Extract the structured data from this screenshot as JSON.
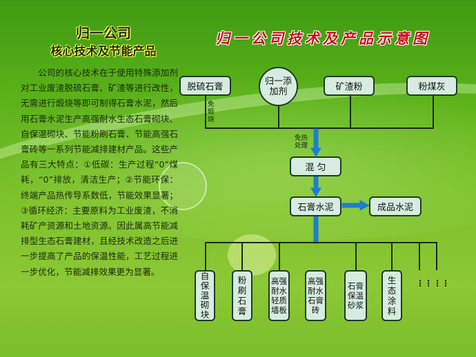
{
  "left_title": {
    "line1": "归一公司",
    "line2": "核心技术及节能产品"
  },
  "diagram_title": "归一公司技术及产品示意图",
  "description": "公司的核心技术在于使用特殊添加剂对工业废渣脱硫石膏、矿渣等进行改性，无需进行煅烧等即可制得石膏水泥，然后用石膏水泥生产高强耐水生态石膏砌块、自保温砌块、节能粉刷石膏、节能高强石膏砖等一系列节能减排建材产品。这些产品有三大特点：①低碳：生产过程“0”煤耗，“0”排放，清洁生产；②节能环保：终端产品热传导系数低，节能效果显著；③循环经济：主要原料为工业废渣，不消耗矿产资源和土地资源。因此属高节能减排型生态石膏建材，且经技术改造之后进一步提高了产品的保温性能，工艺过程进一步优化，节能减排效果更为显著。",
  "inputs": {
    "gypsum": "脱硫石膏",
    "additive": "归一添加剂",
    "slag": "矿渣粉",
    "flyash": "粉煤灰"
  },
  "notes": {
    "no_calcine": "免煅烧",
    "no_heat": "免热处理"
  },
  "steps": {
    "mix": "混 匀",
    "cement": "石膏水泥",
    "product_cement": "成品水泥"
  },
  "products": [
    "自保温砌块",
    "粉刷石膏",
    "高强耐水轻质墙板",
    "高强耐水石膏砖",
    "石膏保温砂浆",
    "生态涂料"
  ],
  "more": [
    "⋮⋮",
    "⋮⋮"
  ],
  "colors": {
    "flow_arrow": "#1a7fcf",
    "box_fill": "#d6ece0",
    "title_red": "#c8101a"
  }
}
